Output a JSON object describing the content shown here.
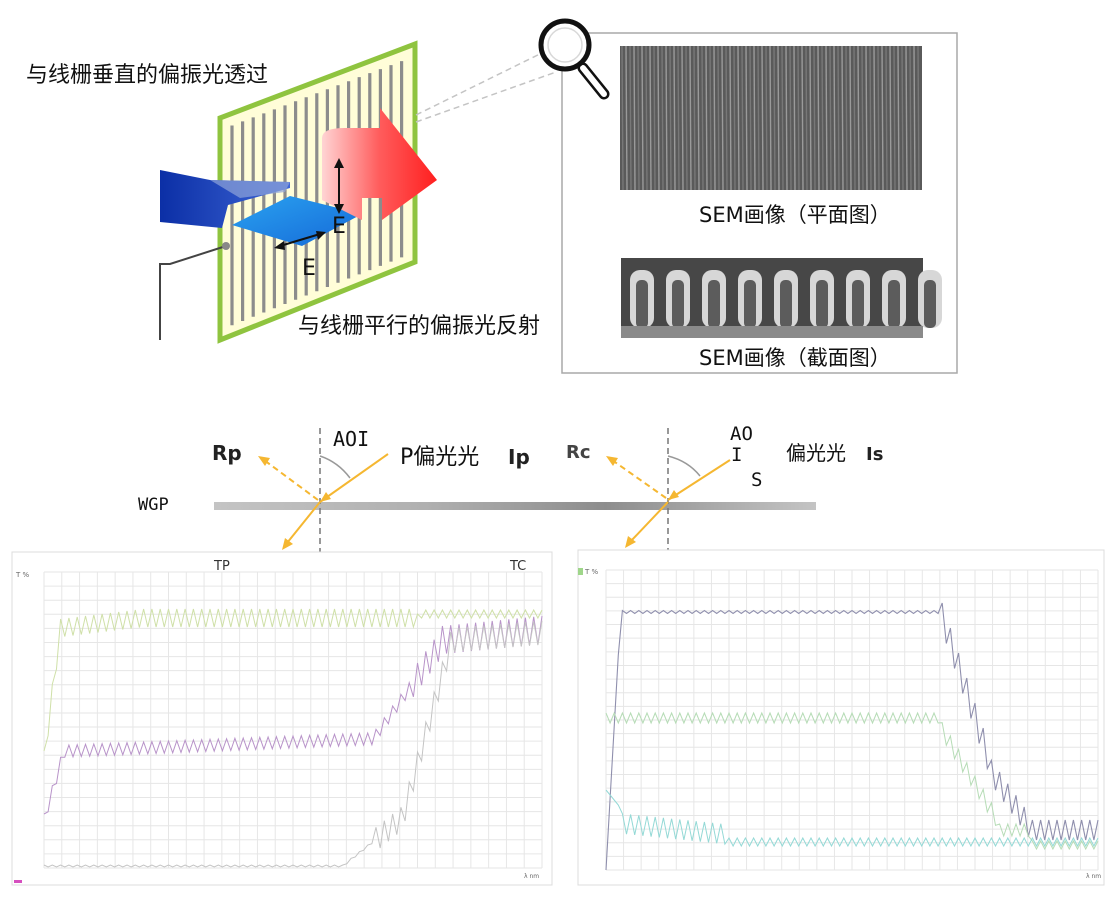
{
  "top": {
    "label_transmit": "与线栅垂直的偏振光透过",
    "label_reflect": "与线栅平行的偏振光反射",
    "e_vertical": "E",
    "e_horizontal": "E",
    "sem_plan_caption": "SEM画像（平面图）",
    "sem_cross_caption": "SEM画像（截面图）"
  },
  "middle": {
    "wgp_label": "WGP",
    "rp_label": "Rp",
    "aoi_left": "AOI",
    "p_pol_label": "P偏光光",
    "ip_label": "Ip",
    "rc_label": "Rc",
    "aoi_right_a": "AO",
    "aoi_right_b": "I",
    "aoi_right_c": "S",
    "s_pol_label": "偏光光",
    "is_label": "Is"
  },
  "charts": {
    "left": {
      "header_left": "TP",
      "header_right": "TC",
      "ylabel": "T %",
      "xlabel": "λ nm",
      "colors": {
        "green": "#cfe0a8",
        "purple": "#b893c9",
        "grey": "#c4c4c4"
      }
    },
    "right": {
      "ylabel": "T %",
      "xlabel": "λ nm",
      "colors": {
        "purple": "#8f8fad",
        "green": "#b6dcb6",
        "cyan": "#94d9d6"
      }
    }
  }
}
